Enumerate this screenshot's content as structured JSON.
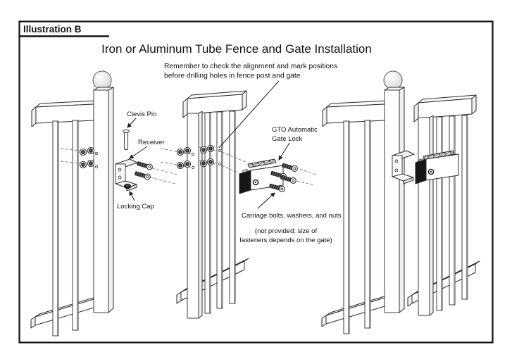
{
  "illustration": {
    "tag": "Illustration B",
    "title": "Iron or Aluminum Tube Fence and Gate Installation",
    "note_line1": "Remember to check the alignment and mark positions",
    "note_line2": "before drilling holes in fence post and gate.",
    "labels": {
      "clevis_pin": "Clevis Pin",
      "receiver": "Receiver",
      "locking_cap": "Locking Cap",
      "gate_lock_line1": "GTO Automatic",
      "gate_lock_line2": "Gate Lock",
      "carriage_bolts": "Carriage bolts, washers, and nuts",
      "fastener_note_line1": "(not provided; size of",
      "fastener_note_line2": "fasteners depends on the gate)"
    },
    "colors": {
      "ink": "#1a1a1a",
      "paper": "#ffffff",
      "shade_light": "#f0f0f0",
      "shade_dark": "#161616"
    }
  }
}
